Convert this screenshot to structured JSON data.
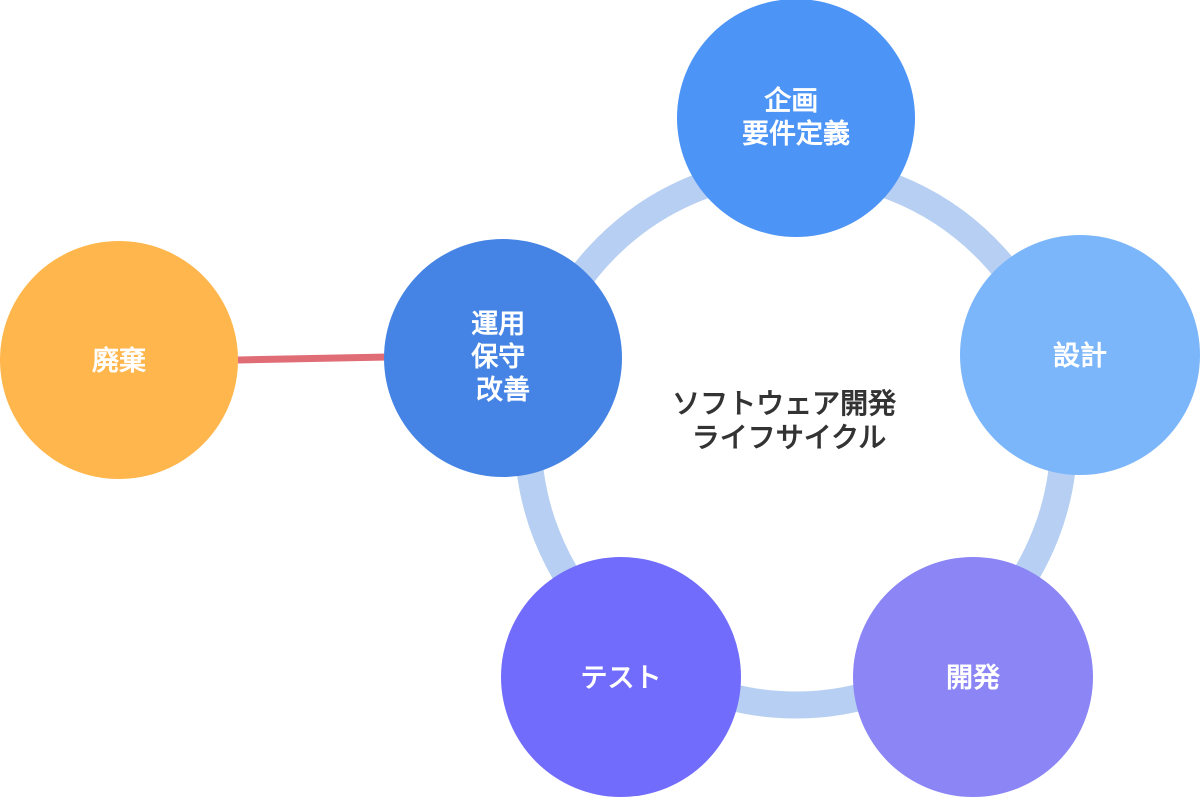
{
  "diagram": {
    "center_title": [
      "ソフトウェア開発",
      "ライフサイクル"
    ],
    "colors": {
      "ring": "#b7cff2",
      "connector": "#e06c75",
      "center_text": "#333333",
      "node_text": "#ffffff"
    },
    "nodes": [
      {
        "id": "planning",
        "lines": [
          "企画",
          "要件定義"
        ],
        "color": "#4d94f7"
      },
      {
        "id": "design",
        "lines": [
          "設計"
        ],
        "color": "#7bb6fb"
      },
      {
        "id": "development",
        "lines": [
          "開発"
        ],
        "color": "#8b85f5"
      },
      {
        "id": "testing",
        "lines": [
          "テスト"
        ],
        "color": "#716cfb"
      },
      {
        "id": "operations",
        "lines": [
          "運用",
          "保守",
          "改善"
        ],
        "color": "#4584e4"
      },
      {
        "id": "disposal",
        "lines": [
          "廃棄"
        ],
        "color": "#ffb64d"
      }
    ]
  }
}
